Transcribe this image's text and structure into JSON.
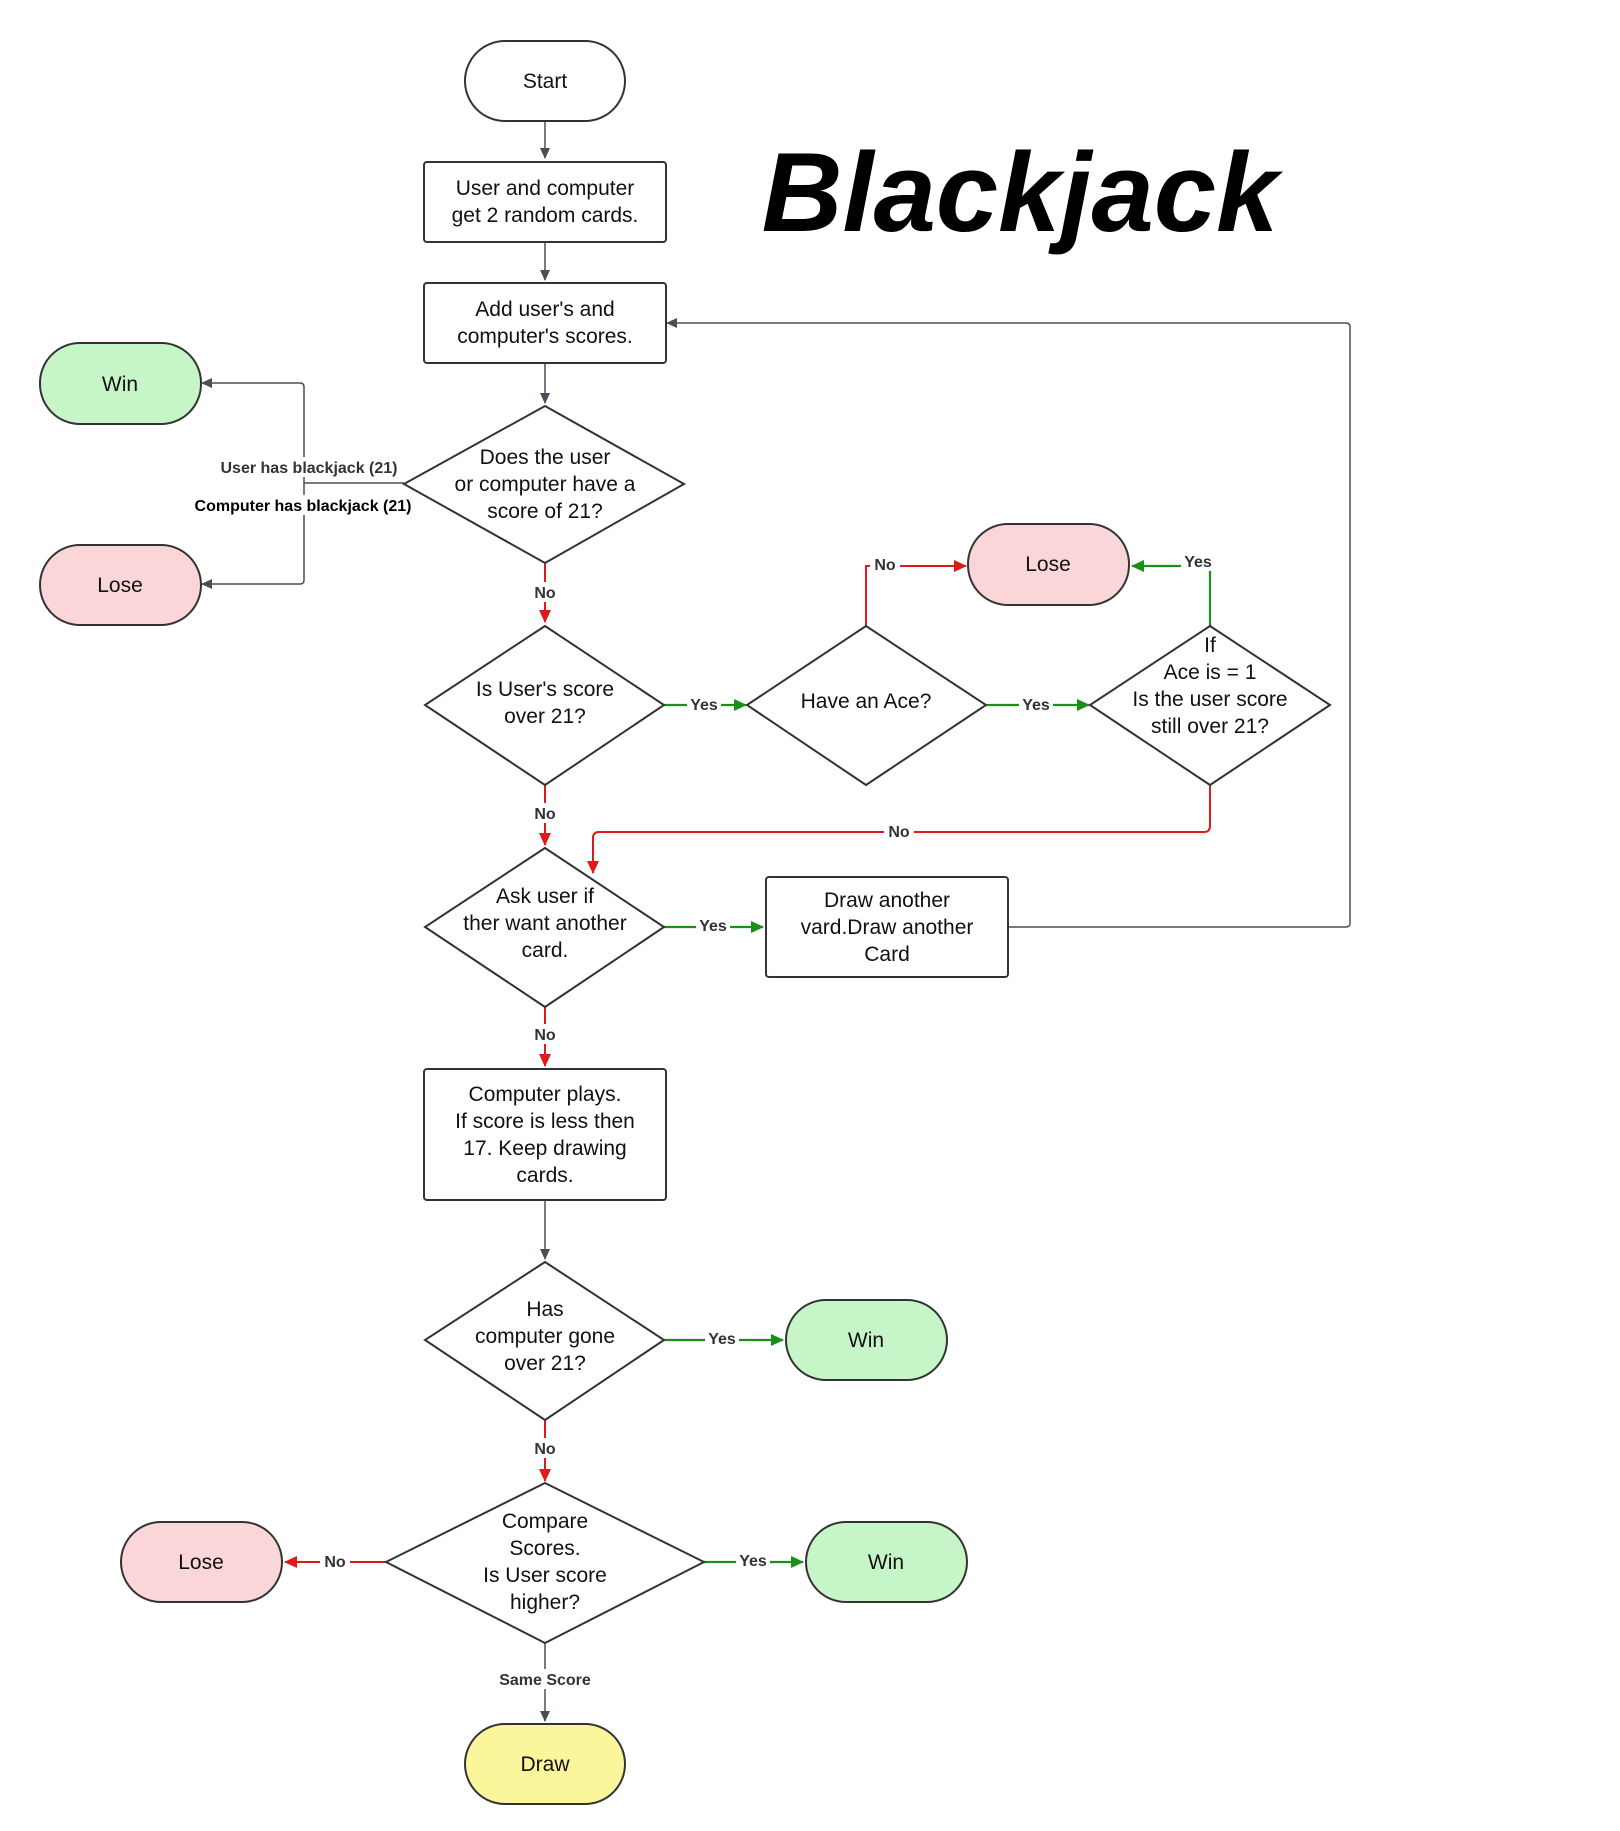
{
  "title": "Blackjack",
  "nodes": {
    "start": "Start",
    "deal": [
      "User and computer",
      "get 2 random cards."
    ],
    "add_scores": [
      "Add user's and",
      "computer's scores."
    ],
    "check21": [
      "Does the user",
      "or computer have a",
      "score of 21?"
    ],
    "win_top": "Win",
    "lose_top": "Lose",
    "user_over21": [
      "Is User's score",
      "over 21?"
    ],
    "have_ace": "Have an Ace?",
    "ace_check": [
      "If",
      "Ace is = 1",
      "Is the user score",
      "still over 21?"
    ],
    "lose_ace": "Lose",
    "ask_card": [
      "Ask user if",
      "ther want another",
      "card."
    ],
    "draw_card": [
      "Draw another",
      "vard.Draw another",
      "Card"
    ],
    "computer_plays": [
      "Computer plays.",
      "If score is less then",
      "17. Keep drawing",
      "cards."
    ],
    "comp_over21": [
      "Has",
      "computer gone",
      "over 21?"
    ],
    "win_comp": "Win",
    "compare": [
      "Compare",
      "Scores.",
      "Is User score",
      "higher?"
    ],
    "lose_final": "Lose",
    "win_final": "Win",
    "draw": "Draw"
  },
  "edges": {
    "user_blackjack": "User has blackjack (21)",
    "computer_blackjack": "Computer has blackjack (21)",
    "check21_no": "No",
    "over21_yes": "Yes",
    "over21_no": "No",
    "ace_no": "No",
    "ace_yes": "Yes",
    "ace_check_yes": "Yes",
    "ace_check_no": "No",
    "ask_yes": "Yes",
    "ask_no": "No",
    "comp_over_yes": "Yes",
    "comp_over_no": "No",
    "compare_no": "No",
    "compare_yes": "Yes",
    "same_score": "Same Score"
  },
  "colors": {
    "win_fill": "#c6f5c8",
    "lose_fill": "#fbd6d8",
    "draw_fill": "#fbf59b",
    "yes_line": "#1a8f1a",
    "no_line": "#e01a1a",
    "neutral_line": "#4a4f57"
  }
}
